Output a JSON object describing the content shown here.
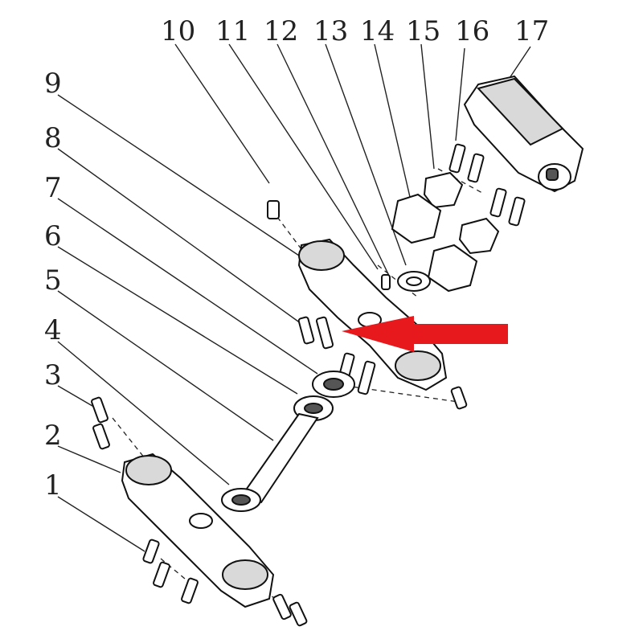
{
  "diagram": {
    "callouts": [
      {
        "id": 1,
        "label": "1"
      },
      {
        "id": 2,
        "label": "2"
      },
      {
        "id": 3,
        "label": "3"
      },
      {
        "id": 4,
        "label": "4"
      },
      {
        "id": 5,
        "label": "5"
      },
      {
        "id": 6,
        "label": "6"
      },
      {
        "id": 7,
        "label": "7"
      },
      {
        "id": 8,
        "label": "8"
      },
      {
        "id": 9,
        "label": "9"
      },
      {
        "id": 10,
        "label": "10"
      },
      {
        "id": 11,
        "label": "11"
      },
      {
        "id": 12,
        "label": "12"
      },
      {
        "id": 13,
        "label": "13"
      },
      {
        "id": 14,
        "label": "14"
      },
      {
        "id": 15,
        "label": "15"
      },
      {
        "id": 16,
        "label": "16"
      },
      {
        "id": 17,
        "label": "17"
      }
    ],
    "arrow_color": "#e8191c",
    "line_color": "#222222"
  }
}
